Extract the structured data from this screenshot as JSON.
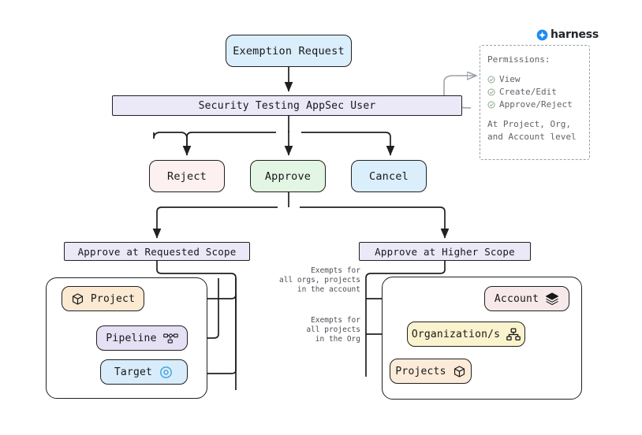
{
  "brand": {
    "name": "harness",
    "logo_color": "#1b8cf3"
  },
  "flow": {
    "start": {
      "label": "Exemption Request",
      "color": "#dbeefb"
    },
    "actor": {
      "label": "Security Testing AppSec User",
      "color": "#ebe8f8"
    },
    "decisions": [
      {
        "label": "Reject",
        "color": "#fcf0f0"
      },
      {
        "label": "Approve",
        "color": "#e3f5e3"
      },
      {
        "label": "Cancel",
        "color": "#dbeefb"
      }
    ]
  },
  "permissions": {
    "title": "Permissions:",
    "items": [
      "View",
      "Create/Edit",
      "Approve/Reject"
    ],
    "footer_line1": "At Project, Org,",
    "footer_line2": "and Account level",
    "check_icon": "check-circle-icon"
  },
  "scopes": {
    "requested": {
      "header": "Approve at Requested Scope",
      "nodes": [
        {
          "label": "Project",
          "icon": "cube-icon",
          "color": "#fbe9d2"
        },
        {
          "label": "Pipeline",
          "icon": "pipeline-icon",
          "color": "#e6e0f4"
        },
        {
          "label": "Target",
          "icon": "target-icon",
          "color": "#d9ecfb"
        }
      ]
    },
    "higher": {
      "header": "Approve at Higher Scope",
      "nodes": [
        {
          "label": "Account",
          "icon": "layers-icon",
          "color": "#f7e9e9"
        },
        {
          "label": "Organization/s",
          "icon": "org-chart-icon",
          "color": "#fbf3cd"
        },
        {
          "label": "Projects",
          "icon": "cube-icon",
          "color": "#fcebd8"
        }
      ]
    }
  },
  "edge_labels": {
    "account_exempt": "Exempts for\nall orgs, projects\nin the account",
    "org_exempt": "Exempts for\nall projects\nin the Org"
  }
}
